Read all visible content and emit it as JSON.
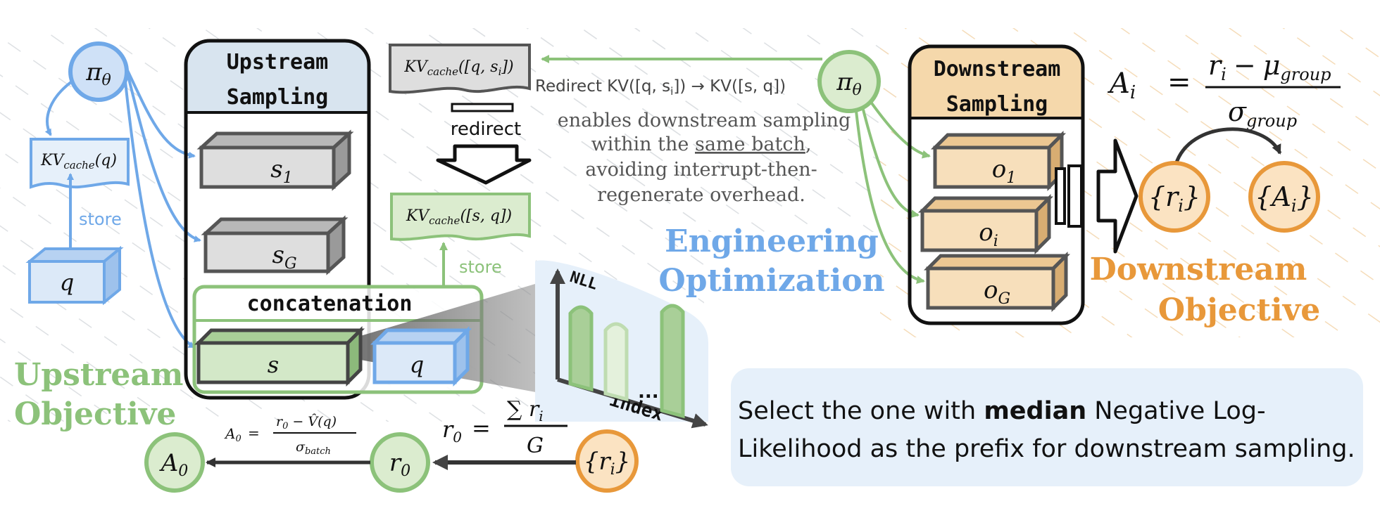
{
  "upstream_sampling": {
    "title_line1": "Upstream",
    "title_line2": "Sampling",
    "samples": [
      "s",
      "s"
    ],
    "sample_subs": [
      "1",
      "G"
    ]
  },
  "policy": {
    "symbol": "π",
    "sub": "θ"
  },
  "kv_cache_q": {
    "text": "KV",
    "sub": "cache",
    "arg": "(q)"
  },
  "query": {
    "label": "q"
  },
  "store_label": "store",
  "concatenation": {
    "title": "concatenation",
    "s_label": "s",
    "q_label": "q"
  },
  "kv_cache_qs": {
    "text": "KV",
    "sub": "cache",
    "arg": "([q, s",
    "arg_sub": "i",
    "arg_end": "])"
  },
  "redirect_label": "redirect",
  "kv_cache_sq": {
    "text": "KV",
    "sub": "cache",
    "arg": "([s, q])"
  },
  "store_label_2": "store",
  "redirect_kv": {
    "part1": "Redirect KV([q, s",
    "sub1": "i",
    "part2": "]) → KV([s, q])"
  },
  "engineering_note": {
    "line1": "enables downstream sampling",
    "line2a": "within the ",
    "line2b": "same batch",
    "line2c": ",",
    "line3": "avoiding interrupt-then-",
    "line4": "regenerate overhead."
  },
  "engineering_optimization": {
    "line1": "Engineering",
    "line2": "Optimization"
  },
  "downstream_sampling": {
    "title_line1": "Downstream",
    "title_line2": "Sampling",
    "outputs": [
      "o",
      "o",
      "o"
    ],
    "output_subs": [
      "1",
      "i",
      "G"
    ]
  },
  "advantage_formula": {
    "lhs": "A",
    "lhs_sub": "i",
    "eq": "=",
    "num": "r",
    "num_sub": "i",
    "minus": "−",
    "mu": "μ",
    "mu_sub": "group",
    "den": "σ",
    "den_sub": "group"
  },
  "reward_set": {
    "text": "{r",
    "sub": "i",
    "close": "}"
  },
  "advantage_set": {
    "text": "{A",
    "sub": "i",
    "close": "}"
  },
  "downstream_objective": {
    "line1": "Downstream",
    "line2": "Objective"
  },
  "upstream_objective": {
    "line1": "Upstream",
    "line2": "Objective"
  },
  "nll_chart": {
    "y_label": "NLL",
    "x_label": "index",
    "ellipsis": "..."
  },
  "nll_bars": [
    0.55,
    0.5,
    0.75
  ],
  "note": {
    "before": "Select the one with ",
    "bold": "median",
    "after1": " Negative Log-",
    "line2": "Likelihood as the prefix for downstream sampling."
  },
  "r0_formula": {
    "lhs": "r",
    "lhs_sub": "0",
    "eq": "=",
    "num": "∑ r",
    "num_sub": "i",
    "den": "G"
  },
  "a0_formula": {
    "lhs": "A",
    "lhs_sub": "0",
    "eq": "=",
    "num": "r",
    "num_sub": "0",
    "num_rest": " − V̂(q)",
    "den": "σ",
    "den_sub": "batch"
  },
  "a0_node": {
    "text": "A",
    "sub": "0"
  },
  "r0_node": {
    "text": "r",
    "sub": "0"
  },
  "reward_set_bottom": {
    "text": "{r",
    "sub": "i",
    "close": "}"
  },
  "colors": {
    "blue": "#6fa8e8",
    "green": "#8cc27a",
    "orange": "#e8983a",
    "grey": "#555555"
  }
}
